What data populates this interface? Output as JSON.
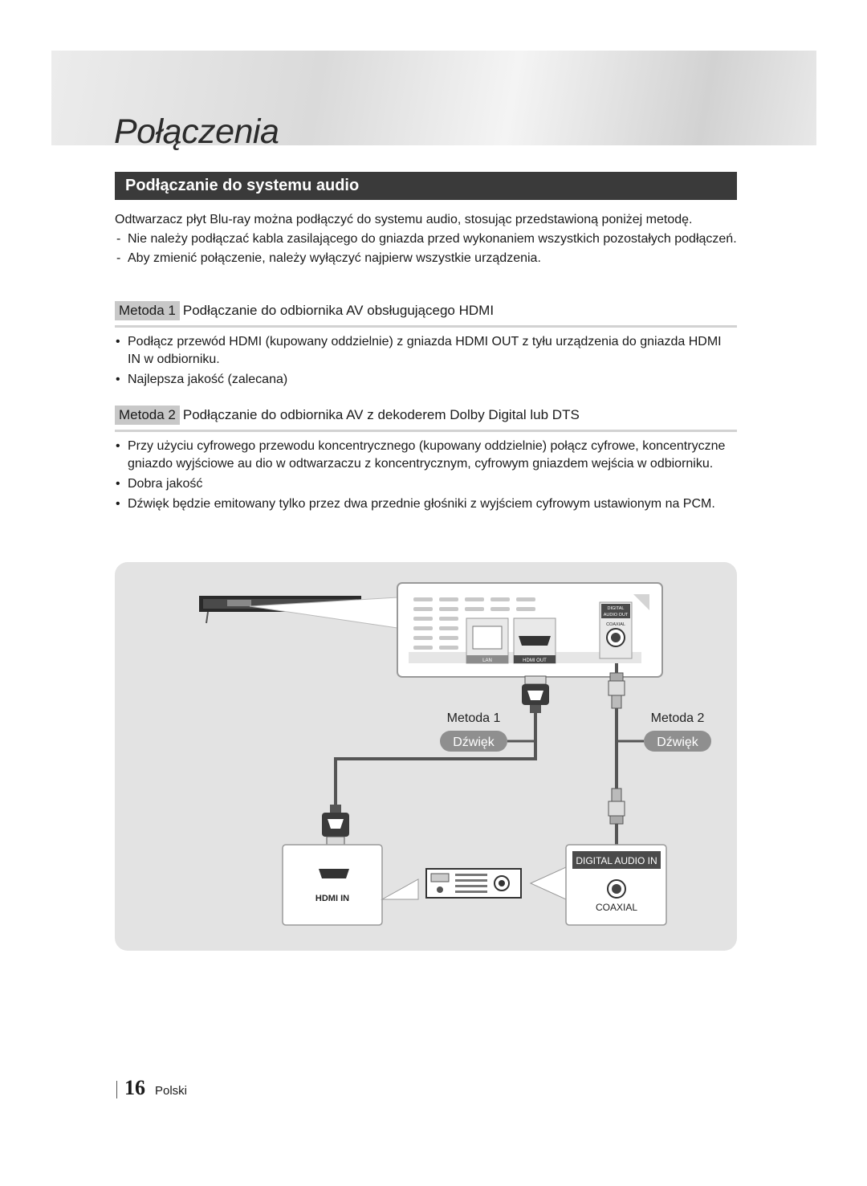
{
  "chapter_title": "Połączenia",
  "section_title": "Podłączanie do systemu audio",
  "intro": {
    "text": "Odtwarzacz płyt Blu-ray można podłączyć do systemu audio, stosując przedstawioną poniżej metodę.",
    "notes": [
      "Nie należy podłączać kabla zasilającego do gniazda przed wykonaniem wszystkich pozostałych podłączeń.",
      "Aby zmienić połączenie, należy wyłączyć najpierw wszystkie urządzenia."
    ]
  },
  "method1": {
    "tag": "Metoda 1",
    "title": "Podłączanie do odbiornika AV obsługującego HDMI",
    "bullets": [
      "Podłącz przewód HDMI (kupowany oddzielnie) z gniazda HDMI OUT z tyłu urządzenia do gniazda HDMI IN w odbiorniku.",
      "Najlepsza jakość (zalecana)"
    ]
  },
  "method2": {
    "tag": "Metoda 2",
    "title": "Podłączanie do odbiornika AV z dekoderem Dolby Digital lub DTS",
    "bullets": [
      "Przy użyciu cyfrowego przewodu koncentrycznego (kupowany oddzielnie) połącz cyfrowe, koncentryczne gniazdo wyjściowe au dio w odtwarzaczu z koncentrycznym, cyfrowym gniazdem wejścia w odbiorniku.",
      "Dobra jakość",
      "Dźwięk będzie emitowany tylko przez dwa przednie głośniki z wyjściem cyfrowym ustawionym na PCM."
    ]
  },
  "diagram": {
    "player_labels": {
      "digital_audio_out_line1": "DIGITAL",
      "digital_audio_out_line2": "AUDIO OUT",
      "coaxial_small": "COAXIAL",
      "lan": "LAN",
      "hdmi_out": "HDMI OUT"
    },
    "method1_label": "Metoda 1",
    "method1_pill": "Dźwięk",
    "method2_label": "Metoda 2",
    "method2_pill": "Dźwięk",
    "hdmi_in": "HDMI IN",
    "digital_audio_in": "DIGITAL AUDIO IN",
    "coaxial": "COAXIAL",
    "colors": {
      "panel": "#e3e3e3",
      "pill": "#8f8f8f",
      "cable": "#555555"
    }
  },
  "footer": {
    "page_number": "16",
    "language": "Polski"
  }
}
